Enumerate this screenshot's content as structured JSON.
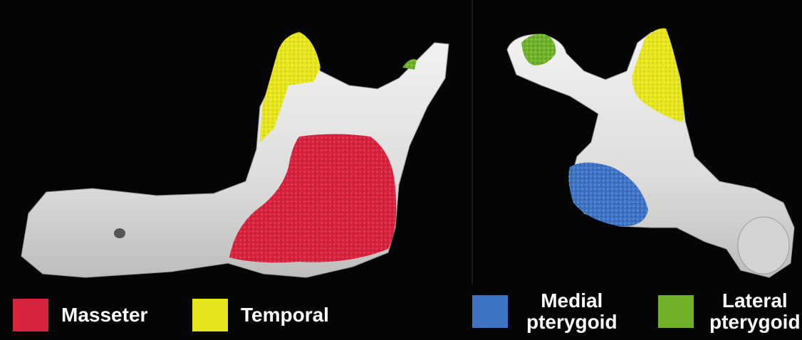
{
  "colors": {
    "background": "#050505",
    "bone": "#e6e6e4",
    "masseter": "#d8233f",
    "temporal": "#e6e41c",
    "medial_pterygoid": "#3f74c4",
    "lateral_pterygoid": "#6fb22a",
    "label_text": "#ffffff"
  },
  "legend": [
    {
      "id": "masseter",
      "lines": [
        "Masseter"
      ],
      "color_key": "masseter"
    },
    {
      "id": "temporal",
      "lines": [
        "Temporal"
      ],
      "color_key": "temporal"
    },
    {
      "id": "medial-pterygoid",
      "lines": [
        "Medial",
        "pterygoid"
      ],
      "color_key": "medial_pterygoid"
    },
    {
      "id": "lateral-pterygoid",
      "lines": [
        "Lateral",
        "pterygoid"
      ],
      "color_key": "lateral_pterygoid"
    }
  ]
}
